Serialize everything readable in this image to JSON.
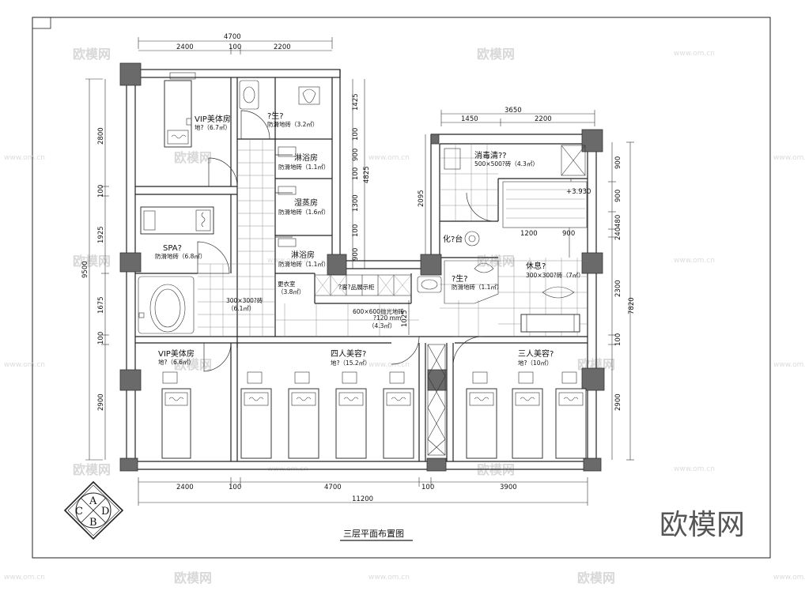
{
  "drawing_title": "三层平面布置图",
  "logo_text": "欧模网",
  "watermark_text": "欧模网",
  "watermark_url": "www.om.cn",
  "compass": {
    "top": "A",
    "left": "C",
    "right": "D",
    "bottom": "B"
  },
  "dims": {
    "top_total": "4700",
    "top_a": "2400",
    "top_b": "100",
    "top_c": "2200",
    "right_top_total": "3650",
    "right_top_a": "1450",
    "right_top_b": "2200",
    "bottom_a": "2400",
    "bottom_b": "100",
    "bottom_c": "4700",
    "bottom_d": "100",
    "bottom_e": "3900",
    "bottom_total": "11200",
    "left_total": "9500",
    "left_a": "2800",
    "left_b": "100",
    "left_c": "1925",
    "left_d": "1675",
    "left_e": "100",
    "left_f": "2900",
    "mid_a": "1425",
    "mid_b": "100",
    "mid_c": "900",
    "mid_d": "100",
    "mid_e": "1300",
    "mid_f": "100",
    "mid_g": "900",
    "mid_total": "4825",
    "mid_h": "1025",
    "rc_a": "2095",
    "right_a": "900",
    "right_b": "900",
    "right_c": "480",
    "right_d": "240",
    "right_e": "2300",
    "right_f": "100",
    "right_g": "2900",
    "right_total": "7820",
    "stair_a": "1200",
    "stair_b": "900",
    "elevation": "+3.930"
  },
  "rooms": {
    "vip1_name": "VIP美体房",
    "vip1_area": "地?（6.7㎡）",
    "wc1_name": "?生?",
    "wc1_area": "防滑地砖（3.2㎡）",
    "shower1_name": "淋浴房",
    "shower1_area": "防滑地砖（1.1㎡）",
    "sauna_name": "湿蒸房",
    "sauna_area": "防滑地砖（1.6㎡）",
    "shower2_name": "淋浴房",
    "shower2_area": "防滑地砖（1.1㎡）",
    "spa_name": "SPA?",
    "spa_area": "防滑地砖（6.8㎡）",
    "changing_name": "更衣室",
    "changing_area": "（3.8㎡）",
    "corridor1_area": "300×300?砖",
    "corridor1_area2": "（6.1㎡）",
    "storage_name": "?客?品展示柜",
    "corridor2_spec": "600×600抛光地砖",
    "corridor2_spec2": "?120 mm",
    "corridor2_area": "（4.3㎡）",
    "vip2_name": "VIP美体房",
    "vip2_area": "地?（6.6㎡）",
    "four_name": "四人美容?",
    "four_area": "地?（15.2㎡）",
    "three_name": "三人美容?",
    "three_area": "地?（10㎡）",
    "disinfect_name": "消毒清??",
    "disinfect_area": "500×500?砖（4.3㎡）",
    "makeup_name": "化?台",
    "wc2_name": "?生?",
    "wc2_area": "防滑地砖（1.1㎡）",
    "rest_name": "休息?",
    "rest_area": "300×300?砖（7㎡）"
  }
}
